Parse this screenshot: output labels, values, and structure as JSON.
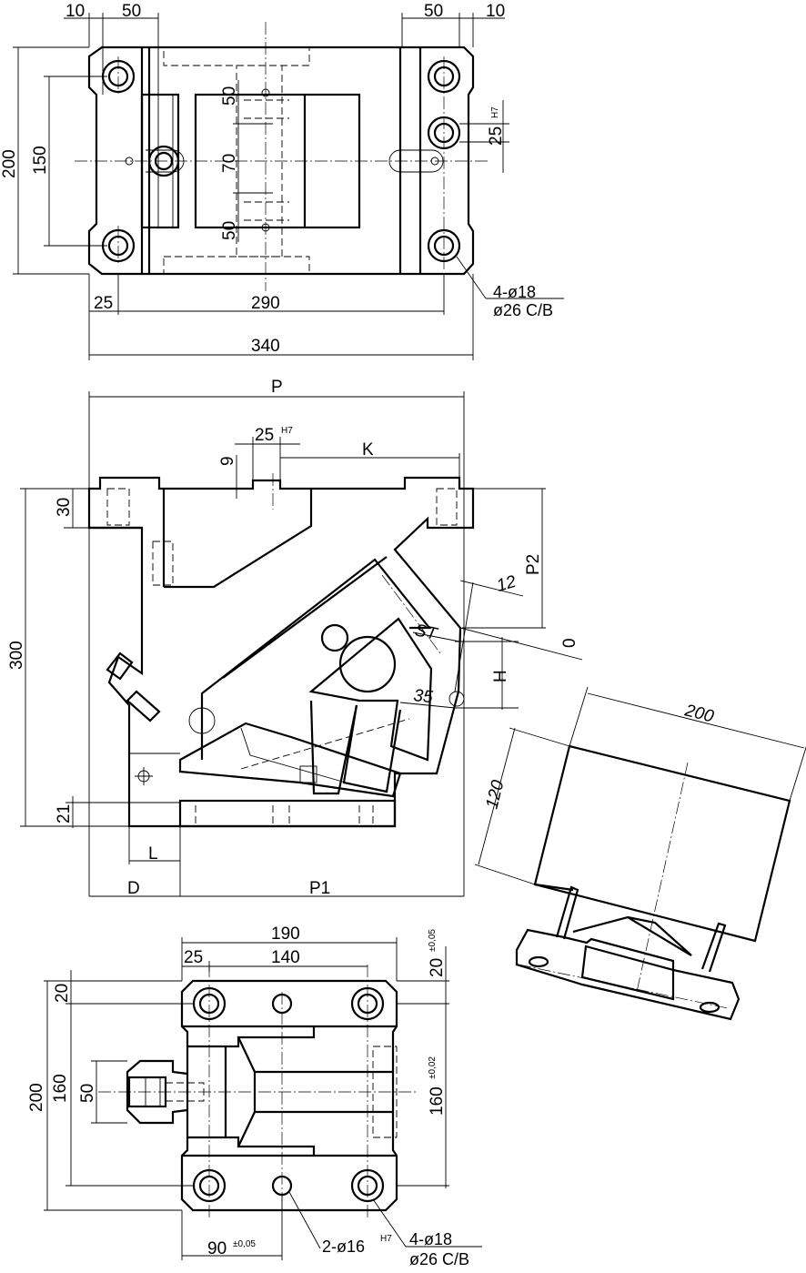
{
  "top_view": {
    "dims": {
      "left_edge": "10",
      "left_bolt": "50",
      "right_bolt": "50",
      "right_edge": "10",
      "height_total": "200",
      "height_bolts": "150",
      "slot_top": "50",
      "slot_mid": "70",
      "slot_bot": "50",
      "pin_dia": "25",
      "pin_tol": "H7",
      "edge_offset": "25",
      "bolt_span": "290",
      "width_total": "340"
    },
    "holes_note": [
      "4-ø18",
      "ø26 C/B"
    ]
  },
  "side_view": {
    "dims": {
      "P": "P",
      "pin": "25",
      "pin_tol": "H7",
      "K": "K",
      "nine": "9",
      "thirty": "30",
      "height": "300",
      "twentyone": "21",
      "L": "L",
      "D": "D",
      "P1": "P1",
      "P2": "P2",
      "twelve": "12",
      "ST": "ST",
      "H": "H",
      "thirtyfive": "35",
      "zero": "0"
    }
  },
  "iso_view": {
    "dims": {
      "length": "200",
      "height": "120"
    }
  },
  "bottom_view": {
    "dims": {
      "width": "190",
      "edge": "25",
      "span": "140",
      "top_edge": "20",
      "top_edge_tol": "±0,05",
      "left_top": "20",
      "total": "200",
      "bolts": "160",
      "center": "50",
      "right": "160",
      "right_tol": "±0,02",
      "bottom": "90",
      "bottom_tol": "±0,05"
    },
    "pin_note": "2-ø16",
    "pin_tol": "H7",
    "holes_note": [
      "4-ø18",
      "ø26 C/B"
    ]
  }
}
